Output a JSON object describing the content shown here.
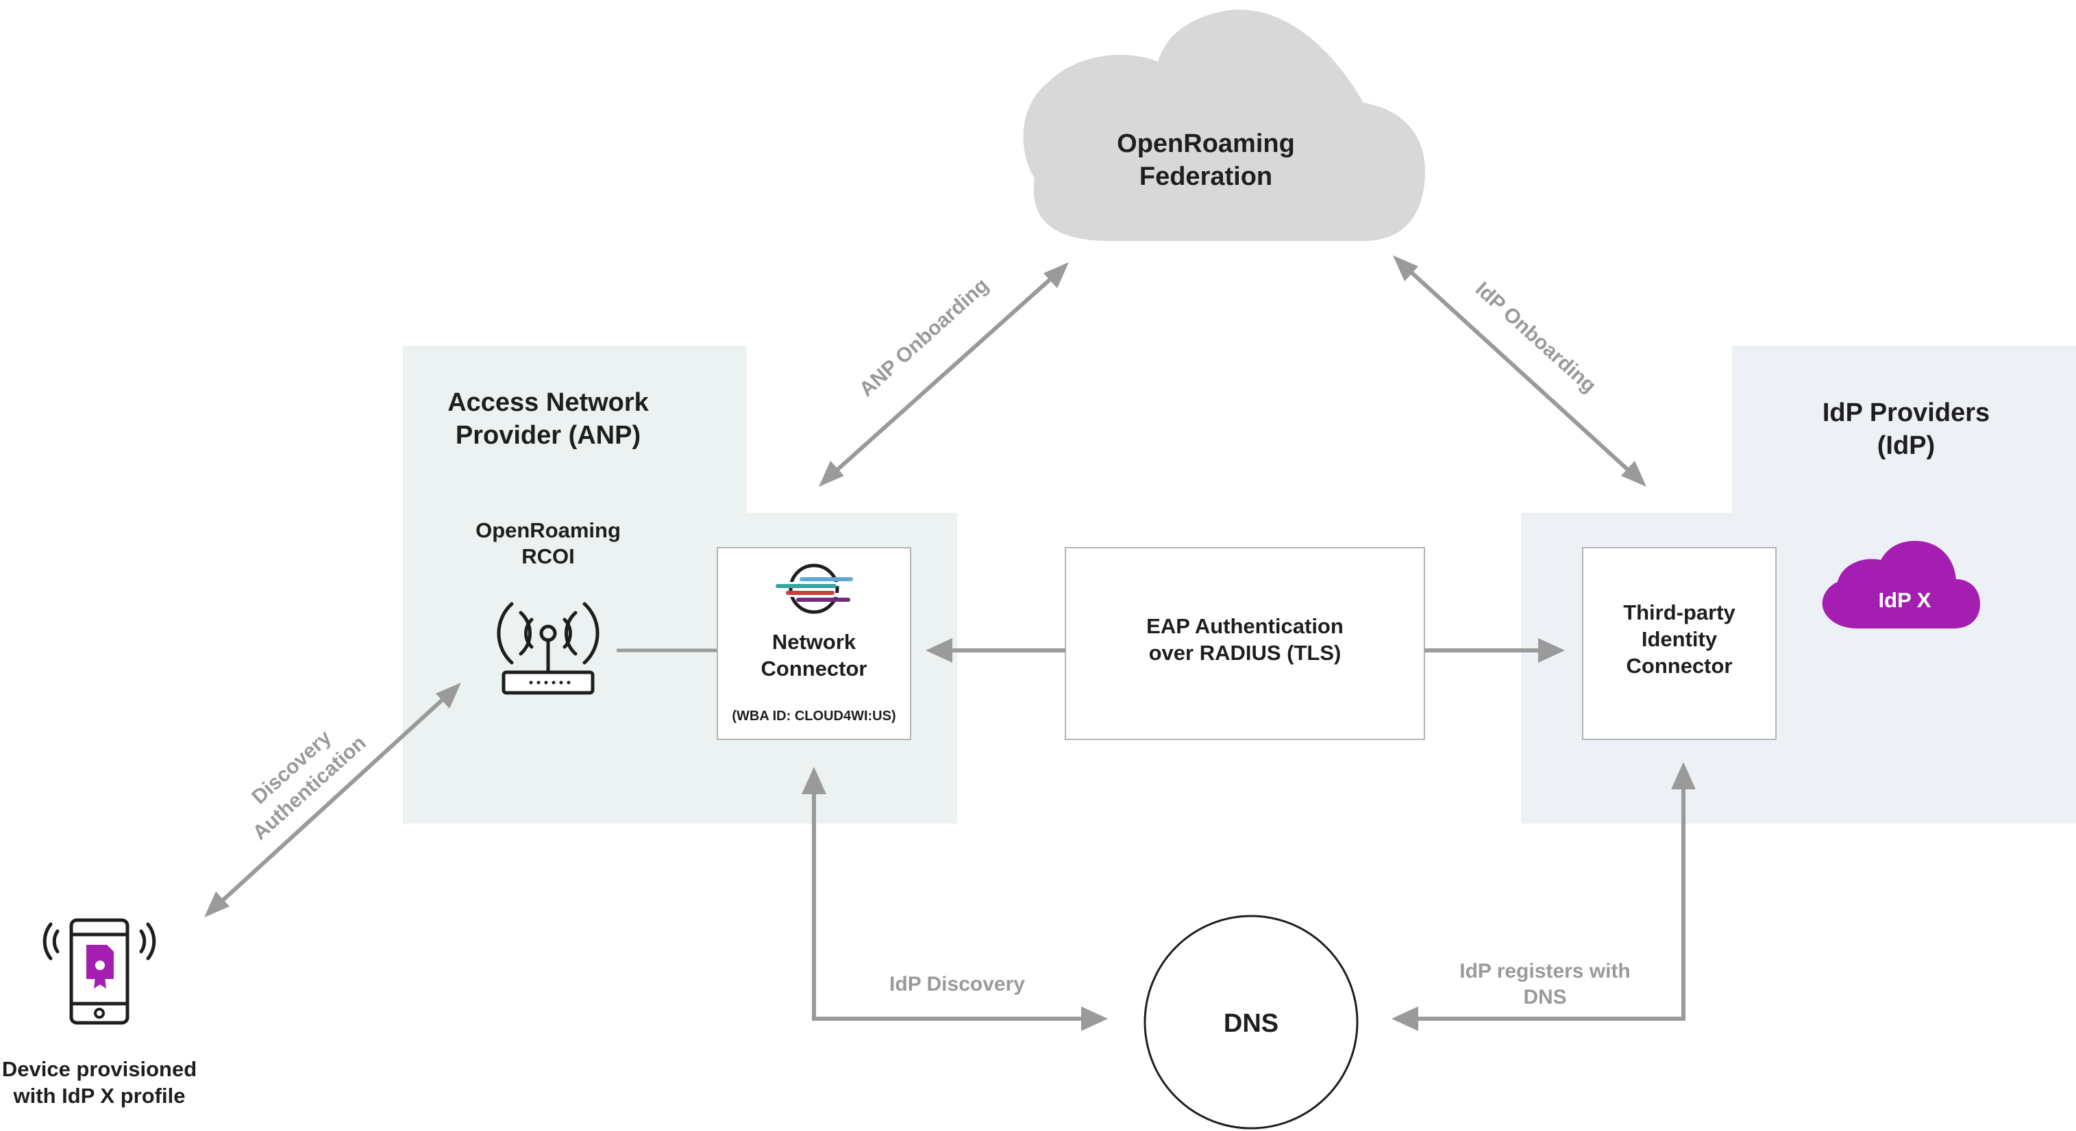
{
  "federation": {
    "line1": "OpenRoaming",
    "line2": "Federation"
  },
  "anp": {
    "title_line1": "Access Network",
    "title_line2": "Provider (ANP)",
    "rcoi_line1": "OpenRoaming",
    "rcoi_line2": "RCOI",
    "icon": "router-icon"
  },
  "network_connector": {
    "line1": "Network",
    "line2": "Connector",
    "wba_id": "(WBA ID: CLOUD4WI:US)",
    "icon": "network-connector-logo-icon"
  },
  "eap": {
    "line1": "EAP Authentication",
    "line2": "over RADIUS (TLS)"
  },
  "idp": {
    "title_line1": "IdP Providers",
    "title_line2": "(IdP)",
    "connector_line1": "Third-party",
    "connector_line2": "Identity",
    "connector_line3": "Connector",
    "cloud_label": "IdP X"
  },
  "dns": {
    "label": "DNS"
  },
  "device": {
    "line1": "Device provisioned",
    "line2": "with IdP X profile",
    "icon": "smartphone-icon"
  },
  "arrows": {
    "anp_onboarding": "ANP Onboarding",
    "idp_onboarding": "IdP Onboarding",
    "discovery_line1": "Discovery",
    "discovery_line2": "Authentication",
    "idp_discovery": "IdP Discovery",
    "idp_registers_line1": "IdP registers with",
    "idp_registers_line2": "DNS"
  },
  "colors": {
    "anp_region": "#ebf2f1",
    "idp_region": "#edf0f5",
    "federation_cloud": "#d8d8d8",
    "idp_cloud": "#a51eb2",
    "arrow": "#9a9a9a",
    "logo_teal": "#3aa3a6",
    "logo_purple": "#6d2c7c",
    "logo_red": "#c9403a",
    "logo_blue": "#5fa7d8"
  }
}
